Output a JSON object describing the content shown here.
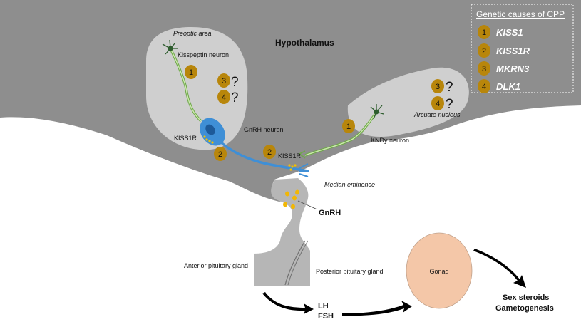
{
  "colors": {
    "hypothalamus": "#8e8e8e",
    "area_fill": "#cfcfcf",
    "pituitary": "#b6b6b6",
    "badge": "#b8860b",
    "gnrh_neuron": "#3f8fd6",
    "kiss_axon": "#8fc25a",
    "gonad": "#f4c7a8"
  },
  "labels": {
    "hypothalamus": "Hypothalamus",
    "preoptic_area": "Preoptic area",
    "kisspeptin_neuron": "Kisspeptin neuron",
    "gnrh_neuron": "GnRH neuron",
    "kiss1r_left": "KISS1R",
    "kiss1r_right": "KISS1R",
    "kndy_neuron": "KNDy neuron",
    "arcuate_nucleus": "Arcuate nucleus",
    "median_eminence": "Median eminence",
    "gnrh": "GnRH",
    "anterior_pituitary": "Anterior pituitary gland",
    "posterior_pituitary": "Posterior pituitary gland",
    "lh": "LH",
    "fsh": "FSH",
    "gonad": "Gonad",
    "sex_steroids": "Sex steroids",
    "gametogenesis": "Gametogenesis"
  },
  "markers": {
    "preoptic_1": "1",
    "preoptic_3": "3",
    "preoptic_4": "4",
    "preoptic_q3": "?",
    "preoptic_q4": "?",
    "gnrh_2a": "2",
    "gnrh_2b": "2",
    "kndy_1": "1",
    "arcuate_3": "3",
    "arcuate_4": "4",
    "arcuate_q3": "?",
    "arcuate_q4": "?"
  },
  "legend": {
    "title": "Genetic causes of CPP",
    "items": [
      {
        "number": "1",
        "gene": "KISS1"
      },
      {
        "number": "2",
        "gene": "KISS1R"
      },
      {
        "number": "3",
        "gene": "MKRN3"
      },
      {
        "number": "4",
        "gene": "DLK1"
      }
    ]
  }
}
